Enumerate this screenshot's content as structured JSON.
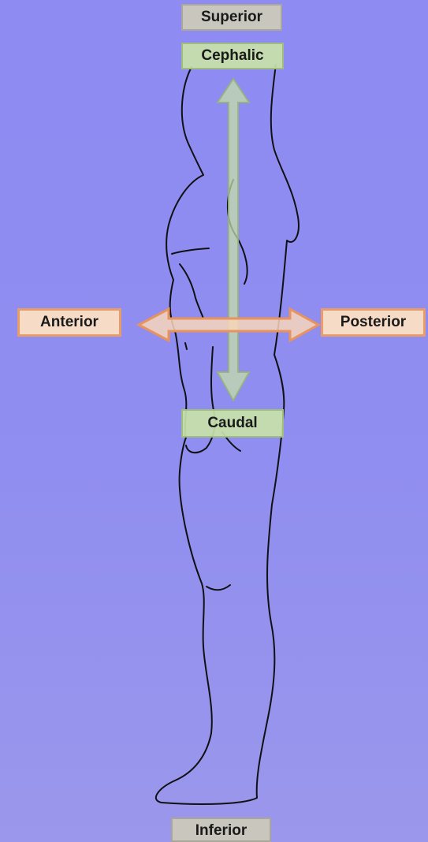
{
  "labels": {
    "superior": "Superior",
    "cephalic": "Cephalic",
    "anterior": "Anterior",
    "posterior": "Posterior",
    "caudal": "Caudal",
    "inferior": "Inferior"
  },
  "colors": {
    "background": "#8f8df0",
    "vertical_arrow": "#c8e2a8",
    "horizontal_arrow": "#f6d2b4",
    "horizontal_arrow_border": "#e8935e",
    "outline": "#111111"
  }
}
